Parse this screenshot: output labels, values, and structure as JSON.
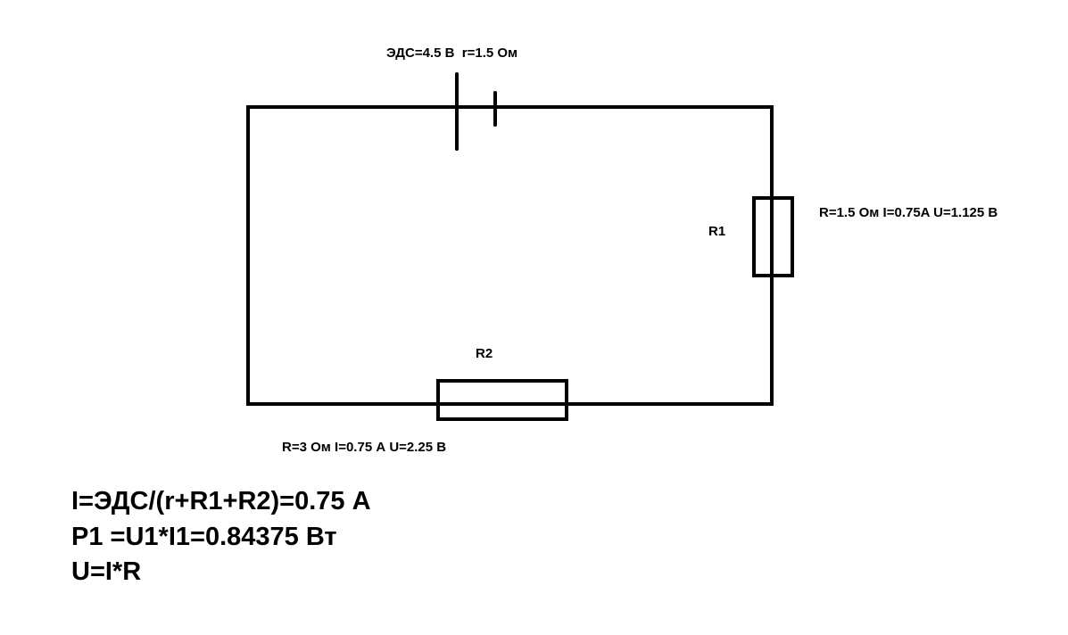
{
  "battery": {
    "label": "ЭДС=4.5 В  r=1.5 Ом"
  },
  "r1": {
    "name": "R1",
    "info": "R=1.5 Ом I=0.75A U=1.125 В"
  },
  "r2": {
    "name": "R2",
    "info": "R=3 Ом I=0.75 А U=2.25 В"
  },
  "formulas": [
    "I=ЭДС/(r+R1+R2)=0.75 А",
    "P1 =U1*I1=0.84375 Вт",
    "U=I*R"
  ],
  "colors": {
    "stroke": "#000000",
    "background": "#ffffff"
  }
}
